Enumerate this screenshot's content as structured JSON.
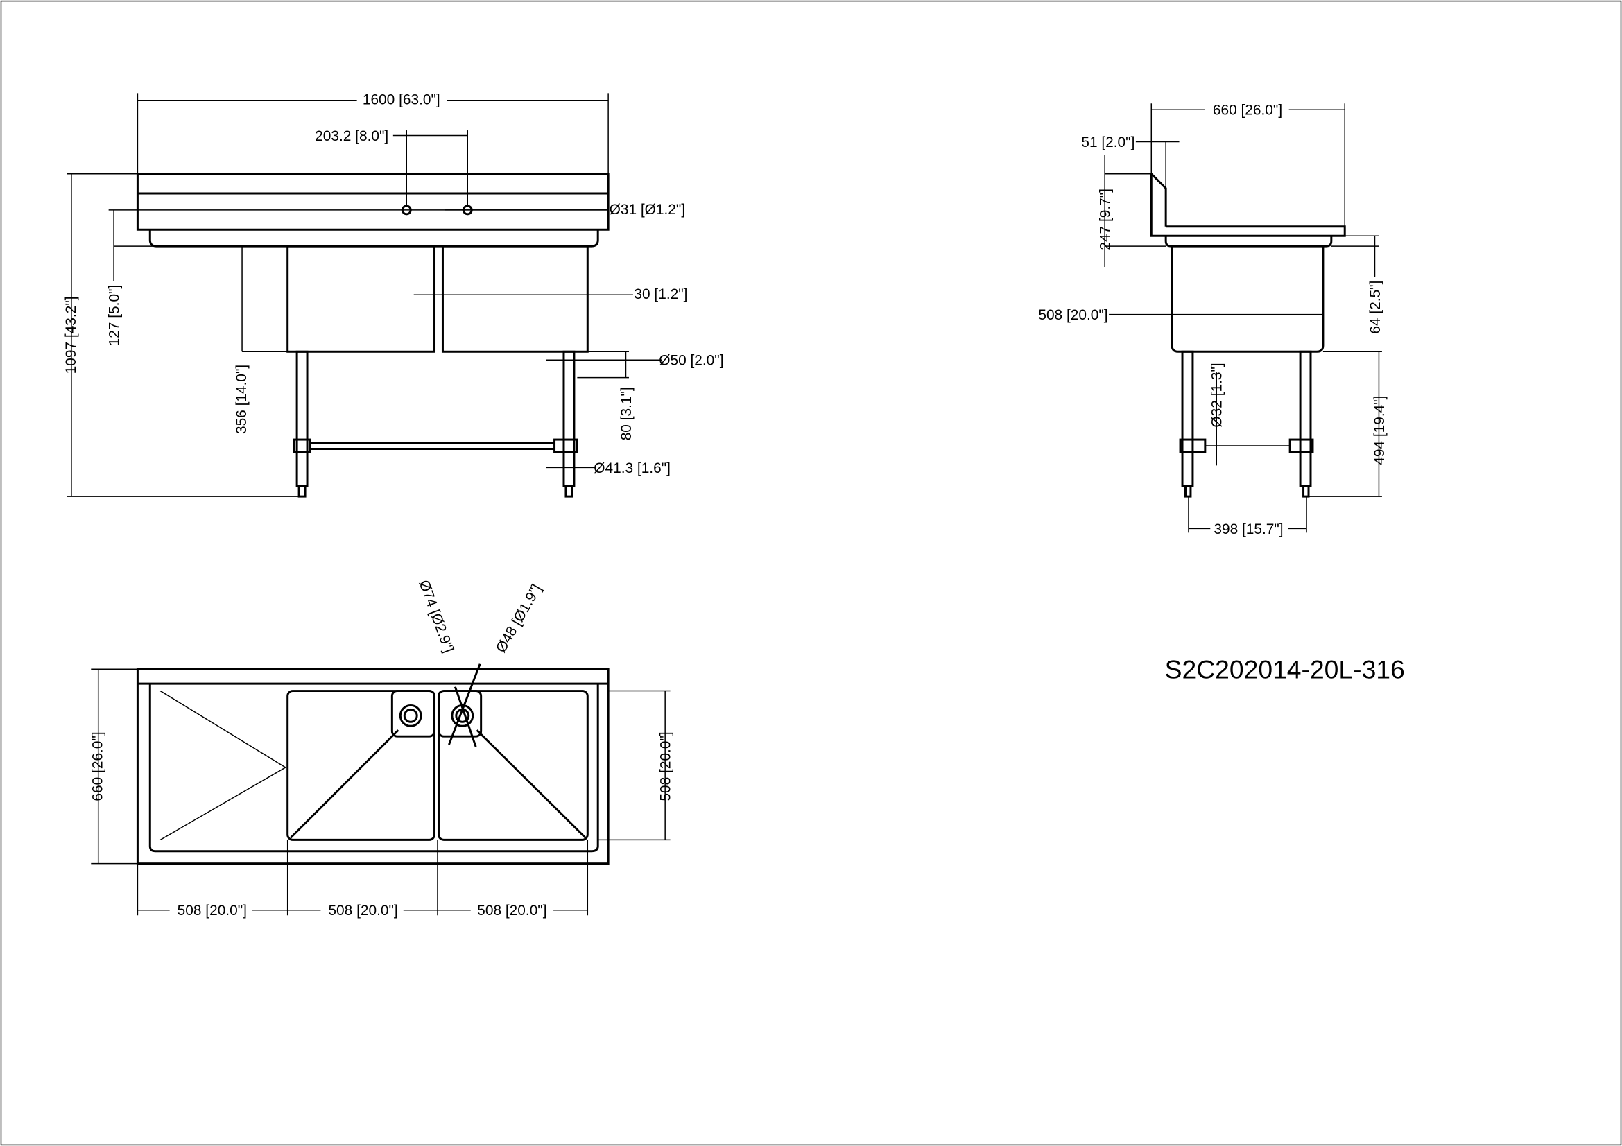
{
  "title": "S2C202014-20L-316",
  "front_view": {
    "overall_width": "1600 [63.0\"]",
    "faucet_spacing": "203.2 [8.0\"]",
    "faucet_hole": "Ø31 [Ø1.2\"]",
    "overall_height": "1097 [43.2\"]",
    "backsplash_height": "127 [5.0\"]",
    "bowl_depth": "356 [14.0\"]",
    "divider": "30 [1.2\"]",
    "leg_top": "Ø50 [2.0\"]",
    "foot_height": "80 [3.1\"]",
    "leg": "Ø41.3 [1.6\"]"
  },
  "side_view": {
    "overall_depth": "660 [26.0\"]",
    "splash_offset": "51 [2.0\"]",
    "splash_height": "247 [9.7\"]",
    "bowl_width": "508 [20.0\"]",
    "rim_height": "64 [2.5\"]",
    "crossbar": "Ø32 [1.3\"]",
    "leg_height": "494 [19.4\"]",
    "leg_spacing": "398 [15.7\"]"
  },
  "plan_view": {
    "drain_outer": "Ø74 [Ø2.9\"]",
    "drain_inner": "Ø48 [Ø1.9\"]",
    "depth": "660 [26.0\"]",
    "bowl_depth": "508 [20.0\"]",
    "drainboard_width": "508 [20.0\"]",
    "bowl1_width": "508 [20.0\"]",
    "bowl2_width": "508 [20.0\"]"
  }
}
